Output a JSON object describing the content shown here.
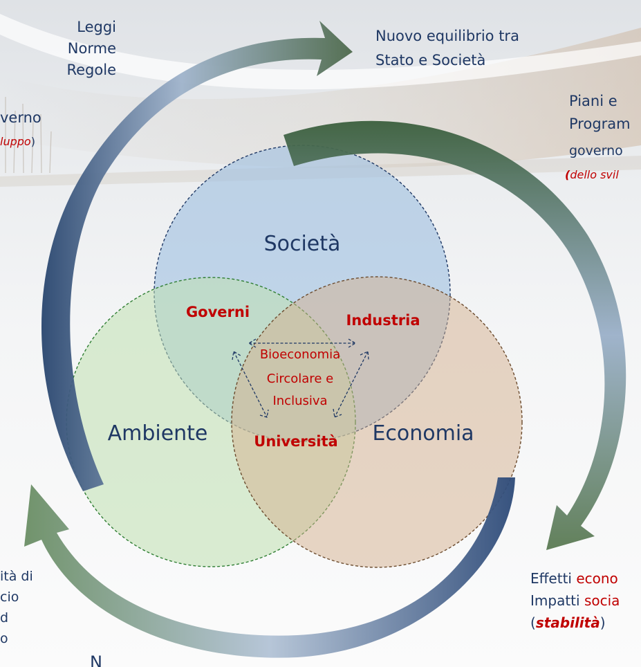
{
  "circles": {
    "societa": "Società",
    "ambiente": "Ambiente",
    "economia": "Economia"
  },
  "intersections": {
    "governi": "Governi",
    "industria": "Industria",
    "universita": "Università"
  },
  "center": {
    "line1": "Bioeconomia",
    "line2": "Circolare e",
    "line3": "Inclusiva"
  },
  "cycle_labels": {
    "leggi": [
      "Leggi",
      "Norme",
      "Regole"
    ],
    "nuovo_equilibrio": [
      "Nuovo equilibrio tra",
      "Stato e Società"
    ],
    "piani": [
      "Piani e",
      "Program",
      "governo"
    ],
    "piani_note": {
      "open": "(",
      "text": "dello svil"
    },
    "left_governo": "verno",
    "left_sviluppo": {
      "text": "luppo",
      "close": ")"
    },
    "effetti": {
      "prefix": "Effetti ",
      "accent": "econo"
    },
    "impatti": {
      "prefix": "Impatti ",
      "accent": "socia"
    },
    "stabilita": {
      "open": "(",
      "text": "stabilità",
      "close": ")"
    },
    "left_bottom": [
      "ità di",
      "cio",
      "d",
      "o"
    ],
    "bottom_partial": "N"
  },
  "colors": {
    "label_text": "#1f3864",
    "accent_red": "#c00000",
    "circle_blue": "#b8cfe6",
    "circle_green": "#c9e3bf",
    "circle_brown": "#dcc1a5",
    "arrow_steel": "#6d8fb8"
  }
}
